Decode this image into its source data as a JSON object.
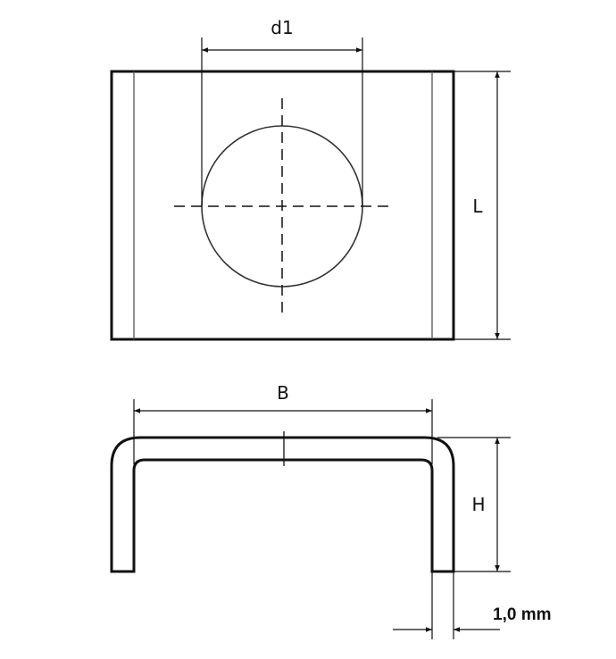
{
  "labels": {
    "d1": "d1",
    "L": "L",
    "B": "B",
    "H": "H",
    "thickness": "1,0 mm"
  },
  "colors": {
    "line": "#111111",
    "background": "#ffffff"
  }
}
